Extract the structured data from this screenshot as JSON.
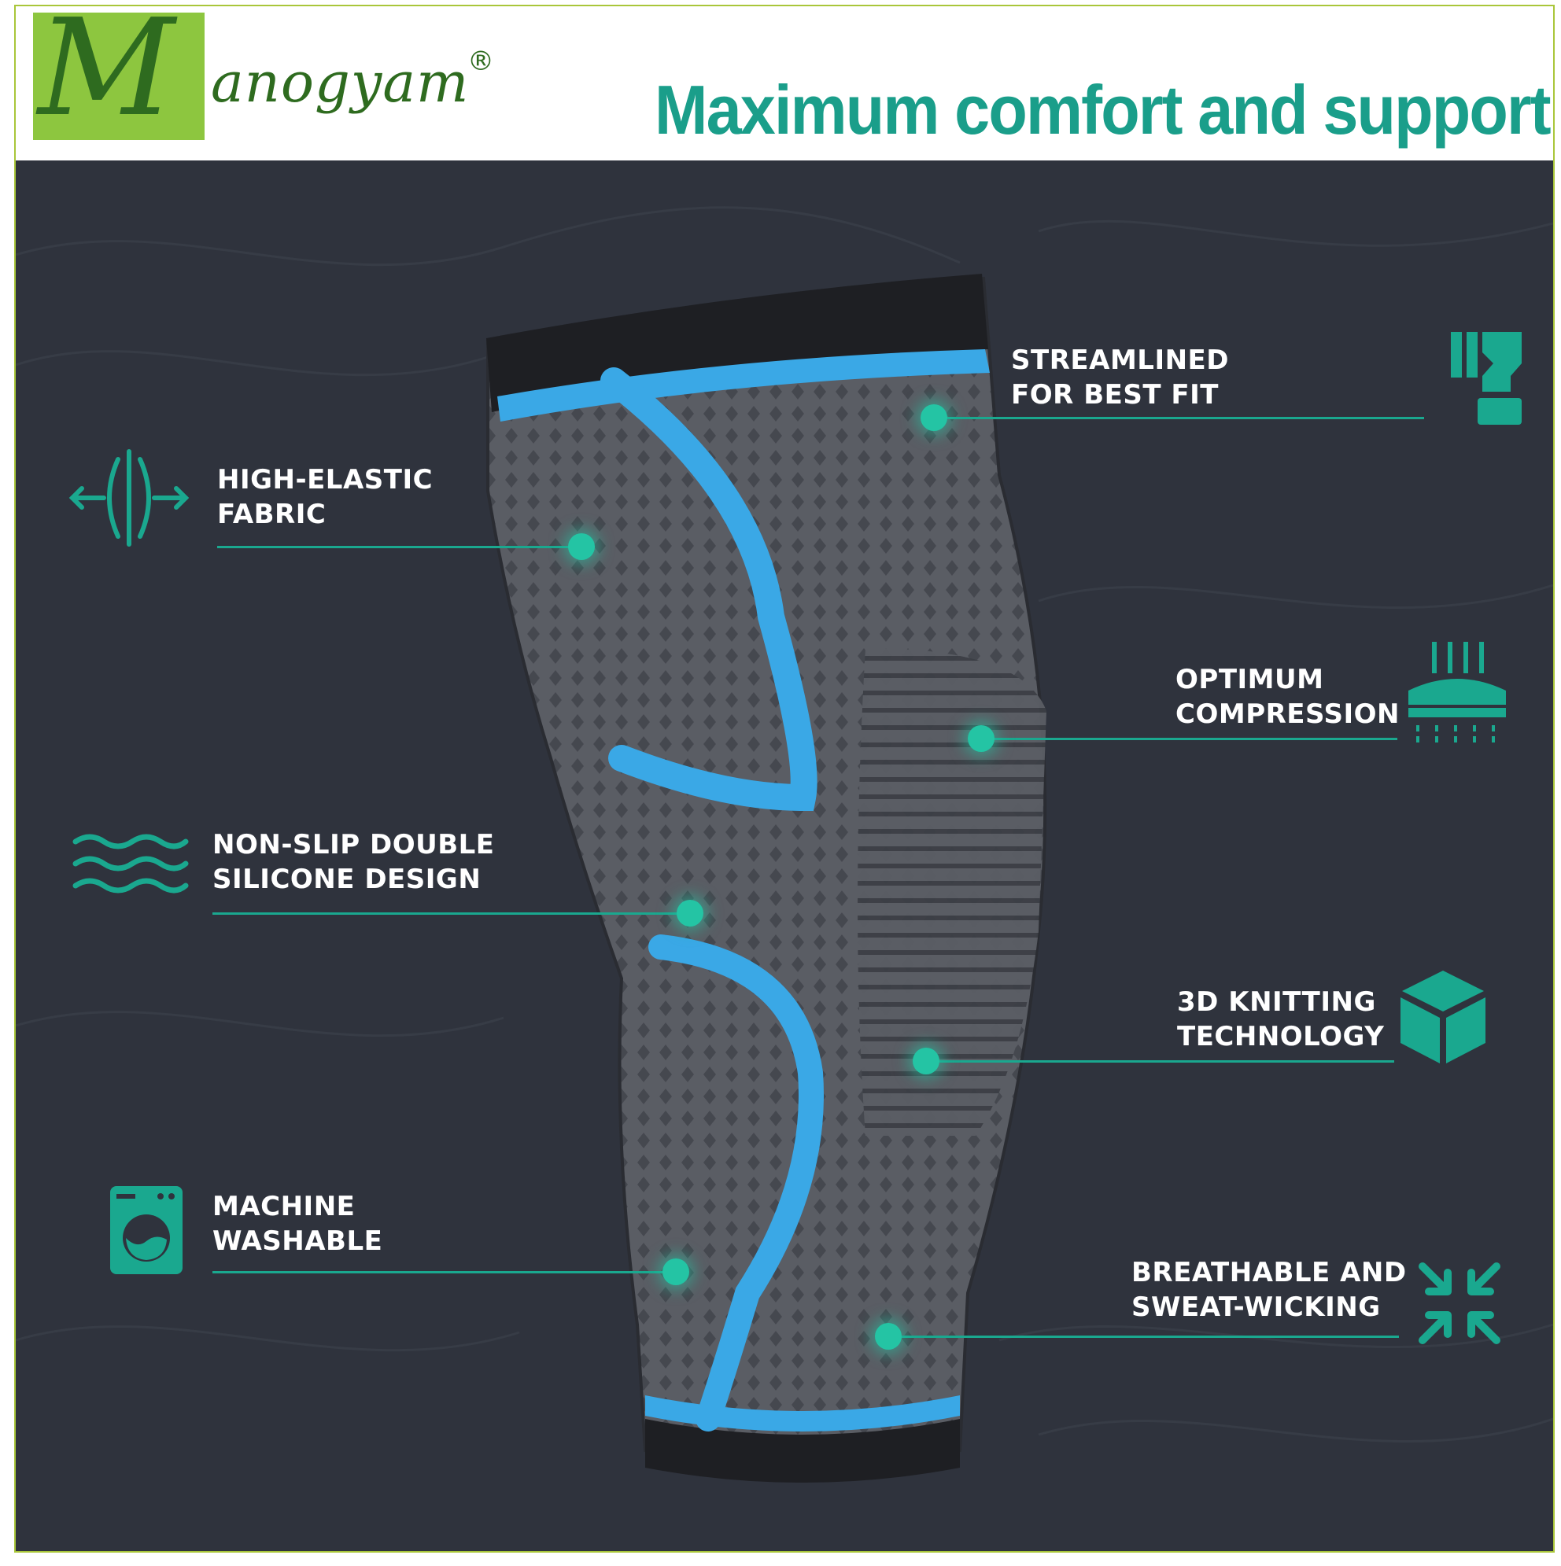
{
  "brand": {
    "logo_initial": "M",
    "logo_rest": "anogyam",
    "registered_mark": "®"
  },
  "headline": "Maximum comfort and support",
  "colors": {
    "accent": "#1a9e8a",
    "panel_background": "#2f333d",
    "sleeve_gray": "#55585f",
    "sleeve_blue": "#3aa8e6",
    "logo_green": "#8dc63f",
    "logo_text": "#2e6b1f"
  },
  "features": [
    {
      "line1": "STREAMLINED",
      "line2": "FOR BEST FIT",
      "icon": "fit-icon"
    },
    {
      "line1": "HIGH-ELASTIC",
      "line2": "FABRIC",
      "icon": "elastic-icon"
    },
    {
      "line1": "OPTIMUM",
      "line2": "COMPRESSION",
      "icon": "compression-icon"
    },
    {
      "line1": "NON-SLIP DOUBLE",
      "line2": "SILICONE DESIGN",
      "icon": "waves-icon"
    },
    {
      "line1": "3D KNITTING",
      "line2": "TECHNOLOGY",
      "icon": "cube-icon"
    },
    {
      "line1": "MACHINE",
      "line2": "WASHABLE",
      "icon": "washing-machine-icon"
    },
    {
      "line1": "BREATHABLE AND",
      "line2": "SWEAT-WICKING",
      "icon": "arrows-inward-icon"
    }
  ]
}
